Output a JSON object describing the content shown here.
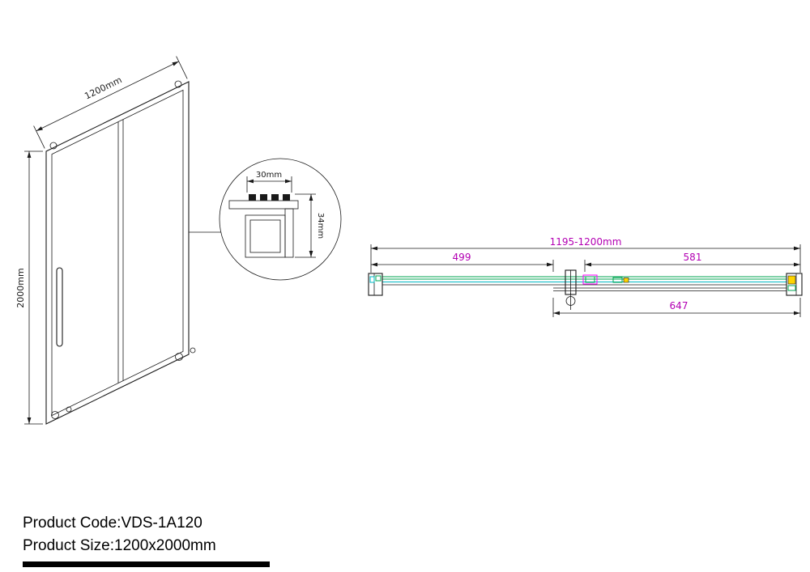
{
  "front_view": {
    "width_label": "1200mm",
    "height_label": "2000mm"
  },
  "detail_view": {
    "width_label": "30mm",
    "height_label": "34mm"
  },
  "plan_view": {
    "overall_label": "1195-1200mm",
    "left_label": "499",
    "right_label": "581",
    "bottom_label": "647"
  },
  "footer": {
    "product_code": "Product Code:VDS-1A120",
    "product_size": "Product Size:1200x2000mm"
  },
  "colors": {
    "line": "#1a1a1a",
    "dim": "#b300b3",
    "green": "#00a651",
    "cyan": "#00b7c3",
    "magenta": "#ff00ff",
    "yellow": "#ffd400"
  }
}
